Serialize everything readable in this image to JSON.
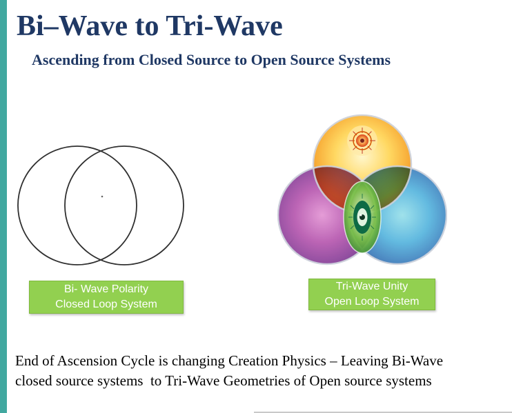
{
  "slide": {
    "title": "Bi–Wave to Tri-Wave",
    "subtitle": "Ascending from Closed Source to Open Source Systems",
    "footer": {
      "line1": "End of Ascension Cycle is changing Creation Physics – Leaving Bi-Wave",
      "line2": "closed source systems  to Tri-Wave Geometries of Open source systems"
    }
  },
  "bi_wave": {
    "label_line1": "Bi- Wave Polarity",
    "label_line2": "Closed Loop System"
  },
  "tri_wave": {
    "label_line1": "Tri-Wave Unity",
    "label_line2": "Open Loop System"
  },
  "colors": {
    "accent_bar": "#41A8A0",
    "title_text": "#1F3864",
    "label_background": "#92D050",
    "label_border": "#7FB93E",
    "label_text": "#FFFFFF",
    "footer_text": "#000000",
    "circle_outline": "#2F2F2F",
    "tri_top": "#F7B331",
    "tri_left": "#8E3A96",
    "tri_right": "#2E7FBE",
    "tri_center": "#4CAF50"
  }
}
